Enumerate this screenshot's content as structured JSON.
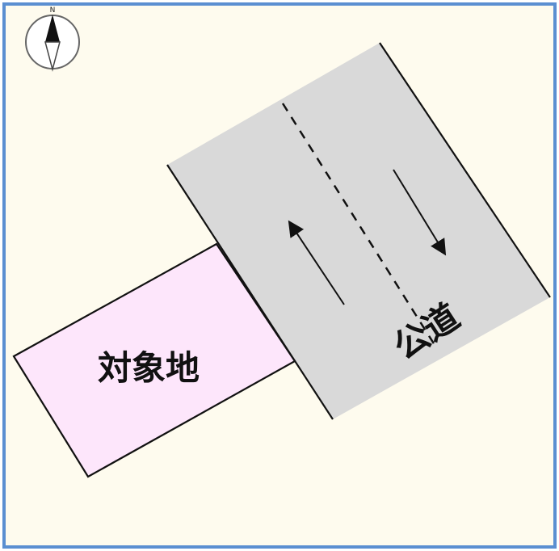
{
  "map": {
    "north_label": "N",
    "site_label": "対象地",
    "road_label": "公道",
    "colors": {
      "background": "#fefbee",
      "border": "#5b8fd1",
      "site_fill": "#fde6fb",
      "road_fill": "#d9d9d9",
      "line": "#111111"
    },
    "icons": [
      "compass-north-icon",
      "arrow-up-left-icon",
      "arrow-down-right-icon"
    ]
  }
}
